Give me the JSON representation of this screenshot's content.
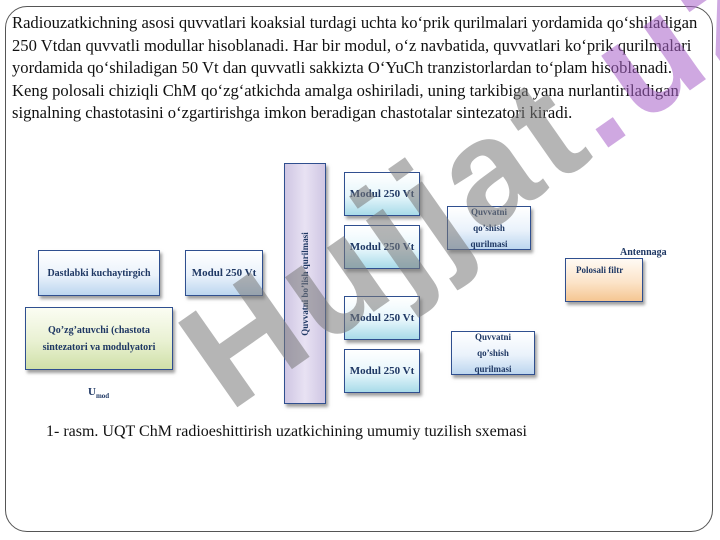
{
  "paragraph": "Radiouzatkichning asosi quvvatlari koaksial turdagi uchta ko‘prik qurilmalari yordamida qo‘shiladigan 250 Vtdan quvvatli modullar hisoblanadi. Har bir modul, o‘z navbatida, quvvatlari ko‘prik qurilmalari yordamida qo‘shiladigan 50 Vt dan quvvatli sakkizta O‘YuCh tranzistorlardan to‘plam hisoblanadi. Keng polosali chiziqli ChM qo‘zg‘atkichda amalga oshiriladi, uning tarkibiga yana nurlantiriladigan signalning chastotasini o‘zgartirishga imkon beradigan chastotalar sintezatori kiradi.",
  "diagram": {
    "pre_amplifier": "Dastlabki kuchaytirgich",
    "exciter": "Qo’zg’atuvchi (chastota sintezatori va modulyatori",
    "left_module": "Modul 250 Vt",
    "power_divider": "Quvvatni bo’lish qurilmasi",
    "modules": [
      "Modul 250 Vt",
      "Modul 250 Vt",
      "Modul 250 Vt",
      "Modul 250 Vt"
    ],
    "combiners": [
      "Quvvatni qo’shish qurilmasi",
      "Quvvatni qo’shish qurilmasi"
    ],
    "antenna_label": "Antennaga",
    "bandpass_filter": "Polosali filtr",
    "u_mod_main": "U",
    "u_mod_sub": "mod"
  },
  "caption": "1- rasm. UQT ChM radioeshittirish uzatkichining  umumiy tuzilish sxemasi",
  "watermark": {
    "text_main": "Hujjat",
    "text_accent": ".uz"
  },
  "colors": {
    "box_border": "#2f4f8f",
    "box_text": "#1f3864",
    "cyan_fill": "#a8dbe9",
    "green_fill": "#d0e0a8",
    "orange_fill": "#f5c692",
    "lavender_fill": "#cfc6e3"
  }
}
